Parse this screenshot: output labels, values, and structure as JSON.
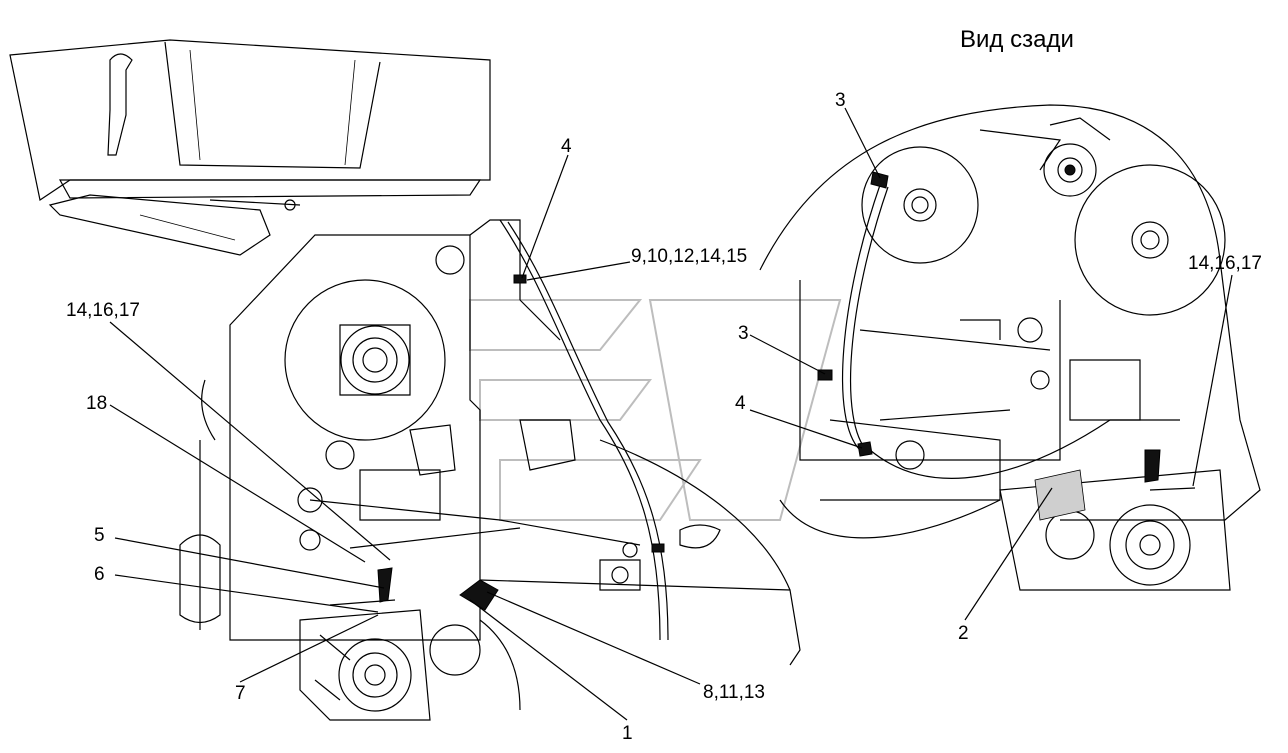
{
  "view_title": "Вид сзади",
  "callouts": [
    {
      "id": "c-3-top",
      "label": "3"
    },
    {
      "id": "c-4-top",
      "label": "4"
    },
    {
      "id": "c-9",
      "label": "9,10,12,14,15"
    },
    {
      "id": "c-14-left",
      "label": "14,16,17"
    },
    {
      "id": "c-14-right",
      "label": "14,16,17"
    },
    {
      "id": "c-3-mid",
      "label": "3"
    },
    {
      "id": "c-4-mid",
      "label": "4"
    },
    {
      "id": "c-18",
      "label": "18"
    },
    {
      "id": "c-5",
      "label": "5"
    },
    {
      "id": "c-6",
      "label": "6"
    },
    {
      "id": "c-7",
      "label": "7"
    },
    {
      "id": "c-8",
      "label": "8,11,13"
    },
    {
      "id": "c-1",
      "label": "1"
    },
    {
      "id": "c-2",
      "label": "2"
    }
  ]
}
